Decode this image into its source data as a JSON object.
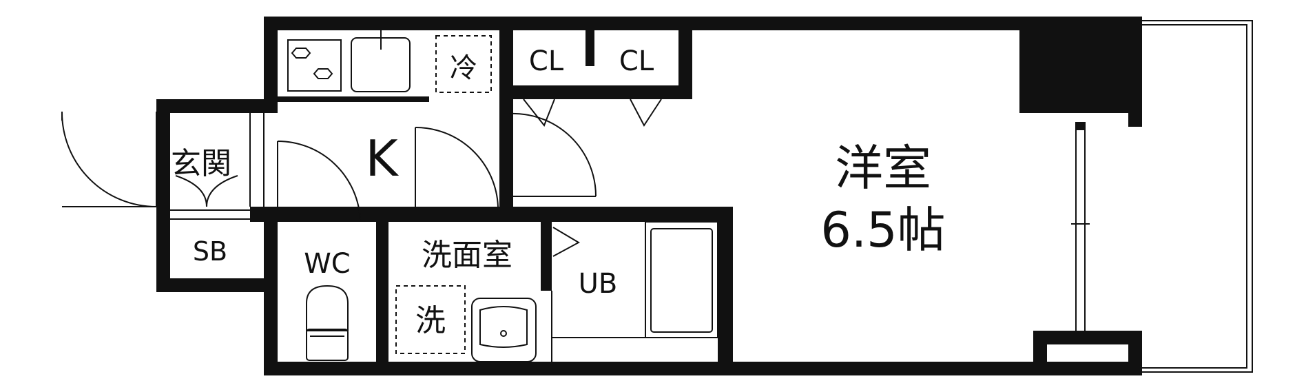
{
  "floorplan": {
    "rooms": {
      "entrance": "玄関",
      "shoe_box": "SB",
      "kitchen": "K",
      "fridge": "冷",
      "closet_left": "CL",
      "closet_right": "CL",
      "toilet": "WC",
      "washroom": "洗面室",
      "washer": "洗",
      "bath": "UB",
      "western_room": "洋室",
      "western_room_size": "6.5帖"
    }
  },
  "colors": {
    "wall": "#111111",
    "background": "#ffffff"
  }
}
